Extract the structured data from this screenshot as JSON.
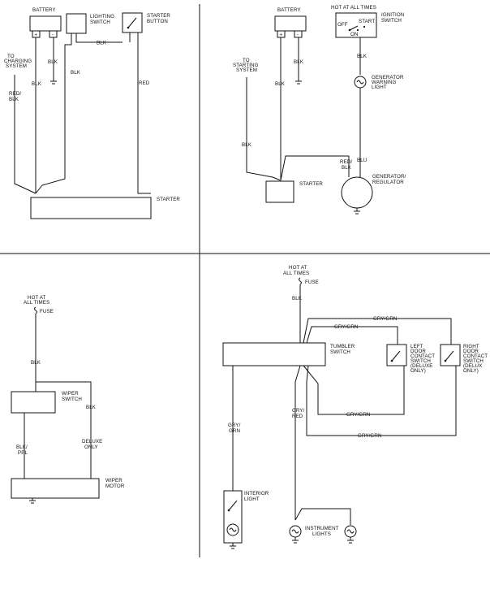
{
  "labels": {
    "battery": "BATTERY",
    "lighting_switch": [
      "LIGHTING",
      "SWITCH"
    ],
    "starter_button": [
      "STARTER",
      "BUTTON"
    ],
    "to_charging_system": [
      "TO",
      "CHARGING",
      "SYSTEM"
    ],
    "blk": "BLK",
    "red": "RED",
    "red_blk": [
      "RED/",
      "BLK"
    ],
    "starter": "STARTER",
    "plus": "+",
    "minus": "-",
    "hot_at_all_times_inline": "HOT AT ALL TIMES",
    "ignition_switch": [
      "IGNITION",
      "SWITCH"
    ],
    "off": "OFF",
    "start": "START",
    "on": "ON",
    "to_starting_system": [
      "TO",
      "STARTING",
      "SYSTEM"
    ],
    "generator_warning_light": [
      "GENERATOR",
      "WARNING",
      "LIGHT"
    ],
    "blu": "BLU",
    "generator_regulator": [
      "GENERATOR/",
      "REGULATOR"
    ],
    "hot_at_all_times": [
      "HOT AT",
      "ALL TIMES"
    ],
    "fuse": "FUSE",
    "wiper_switch": [
      "WIPER",
      "SWITCH"
    ],
    "blk_ppl": [
      "BLK/",
      "PPL"
    ],
    "deluxe_only": [
      "DELUXE",
      "ONLY"
    ],
    "wiper_motor": [
      "WIPER",
      "MOTOR"
    ],
    "gry_grn": "GRY/GRN",
    "tumbler_switch": [
      "TUMBLER",
      "SWITCH"
    ],
    "left_door_switch": [
      "LEFT",
      "DOOR",
      "CONTACT",
      "SWITCH",
      "(DELUXE",
      "ONLY)"
    ],
    "right_door_switch": [
      "RIGHT",
      "DOOR",
      "CONTACT",
      "SWITCH",
      "(DELUX",
      "ONLY)"
    ],
    "gry_grn_stacked": [
      "GRY/",
      "GRN"
    ],
    "gry_red": [
      "GRY/",
      "RED"
    ],
    "interior_light": [
      "INTERIOR",
      "LIGHT"
    ],
    "instrument_lights": [
      "INSTRUMENT",
      "LIGHTS"
    ]
  }
}
